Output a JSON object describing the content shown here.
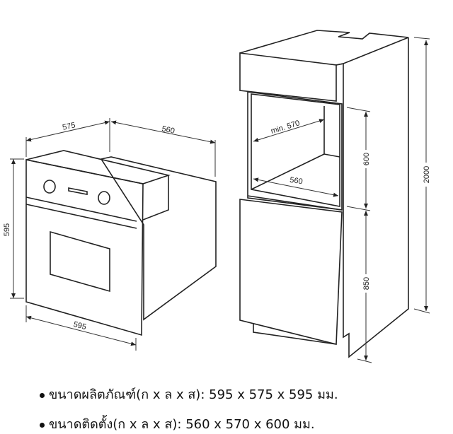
{
  "oven": {
    "depth_label": "575",
    "width_back_label": "560",
    "height_label": "595",
    "width_front_label": "595"
  },
  "cabinet": {
    "depth_label": "min. 570",
    "width_label": "560",
    "niche_height_label": "600",
    "base_height_label": "850",
    "total_height_label": "2000"
  },
  "specs": [
    "ขนาดผลิตภัณฑ์(ก x ล x ส): 595 x 575 x 595 มม.",
    "ขนาดติดตั้ง(ก x ล x ส): 560 x 570 x 600 มม."
  ],
  "colors": {
    "line": "#222222",
    "background": "#ffffff"
  }
}
